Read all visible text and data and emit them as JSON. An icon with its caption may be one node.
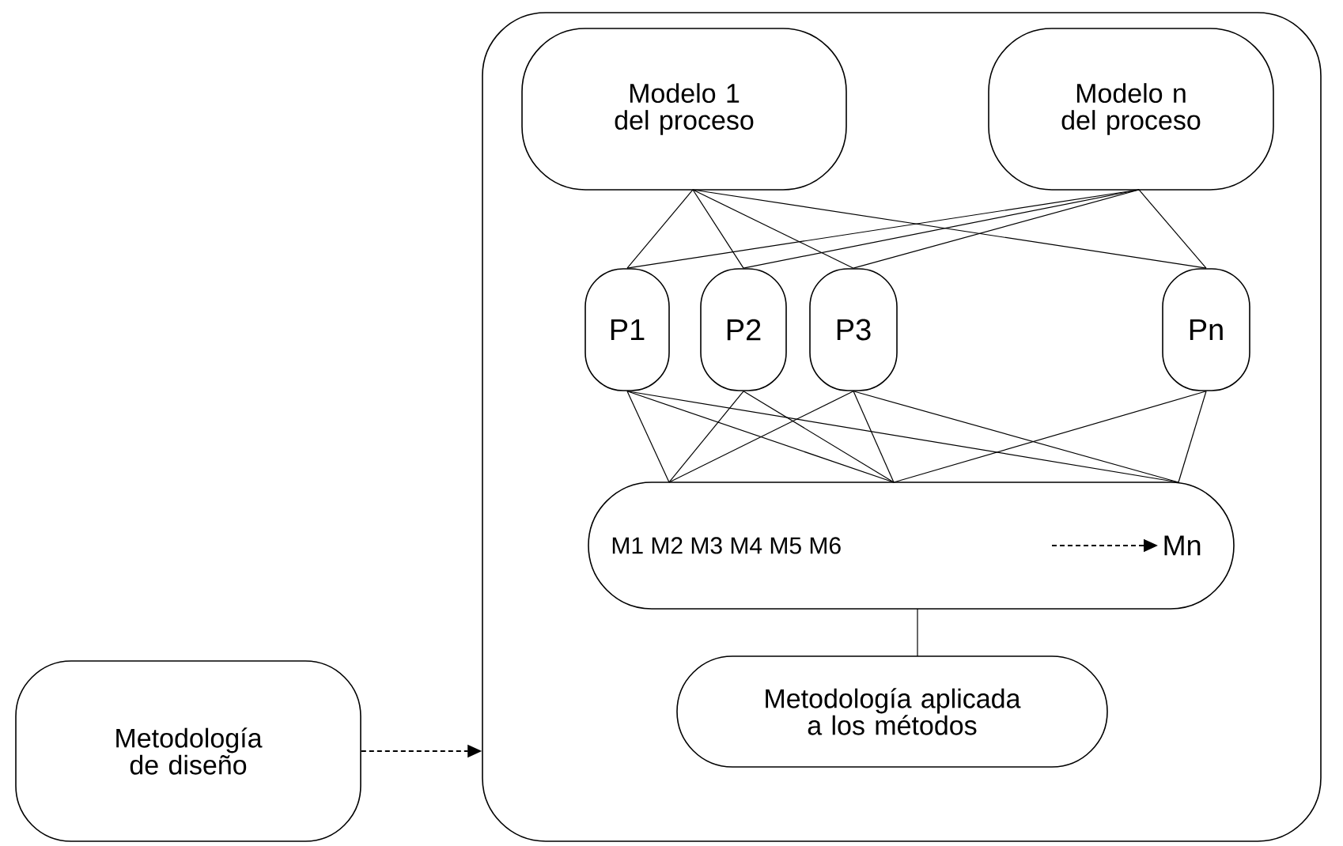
{
  "diagram": {
    "nodes": [
      {
        "text": [],
        "shape": "box"
      },
      {
        "text": [
          "Modelo 1 del proceso"
        ],
        "in": 0
      },
      {
        "text": [
          "Modelo n del proceso"
        ],
        "in": 0
      },
      {
        "text": [
          "P1"
        ],
        "in": 0
      },
      {
        "text": [
          "P2"
        ],
        "in": 0
      },
      {
        "text": [
          "P3"
        ],
        "in": 0
      },
      {
        "text": [
          "Pn"
        ],
        "in": 0
      },
      {
        "text": [
          "M1 M2 M3 M4 M5 M6",
          "Mn"
        ],
        "in": 0
      },
      {
        "text": [
          "Metodología aplicada a los métodos"
        ],
        "in": 0
      },
      {
        "text": [
          "Metodología de diseño"
        ]
      }
    ],
    "edges": [
      {
        "from": 1,
        "to": 3,
        "arrow": "none"
      },
      {
        "from": 1,
        "to": 4,
        "arrow": "none"
      },
      {
        "from": 1,
        "to": 5,
        "arrow": "none"
      },
      {
        "from": 1,
        "to": 6,
        "arrow": "none"
      },
      {
        "from": 2,
        "to": 3,
        "arrow": "none"
      },
      {
        "from": 2,
        "to": 4,
        "arrow": "none"
      },
      {
        "from": 2,
        "to": 5,
        "arrow": "none"
      },
      {
        "from": 2,
        "to": 6,
        "arrow": "none"
      },
      {
        "from": 3,
        "to": 7,
        "arrow": "none"
      },
      {
        "from": 3,
        "to": 7,
        "arrow": "none"
      },
      {
        "from": 3,
        "to": 7,
        "arrow": "none"
      },
      {
        "from": 4,
        "to": 7,
        "arrow": "none"
      },
      {
        "from": 4,
        "to": 7,
        "arrow": "none"
      },
      {
        "from": 5,
        "to": 7,
        "arrow": "none"
      },
      {
        "from": 5,
        "to": 7,
        "arrow": "none"
      },
      {
        "from": 5,
        "to": 7,
        "arrow": "none"
      },
      {
        "from": 6,
        "to": 7,
        "arrow": "none"
      },
      {
        "from": 6,
        "to": 7,
        "arrow": "none"
      },
      {
        "from": 7,
        "to": 8,
        "arrow": "none"
      },
      {
        "from": 9,
        "to": 0,
        "arrow": "to",
        "style": "dashed"
      }
    ]
  }
}
